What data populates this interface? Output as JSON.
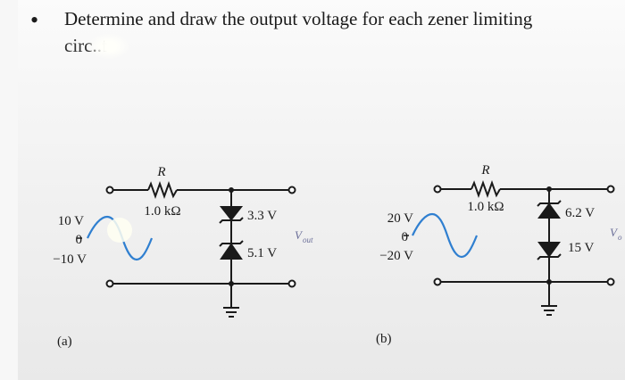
{
  "question": {
    "bullet": "•",
    "line1": "Determine and draw the output voltage for each zener limiting",
    "line2": "circ..t"
  },
  "circuit_a": {
    "caption": "(a)",
    "resistor_name": "R",
    "resistor_value": "1.0 kΩ",
    "input_pos": "10 V",
    "input_zero": "0",
    "input_neg": "−10 V",
    "zener_top": "3.3 V",
    "zener_bottom": "5.1 V",
    "output_label": "V",
    "output_sub": "out"
  },
  "circuit_b": {
    "caption": "(b)",
    "resistor_name": "R",
    "resistor_value": "1.0 kΩ",
    "input_pos": "20 V",
    "input_zero": "0",
    "input_neg": "−20 V",
    "zener_top": "6.2 V",
    "zener_bottom": "15 V",
    "output_label": "V",
    "output_sub": "o"
  }
}
